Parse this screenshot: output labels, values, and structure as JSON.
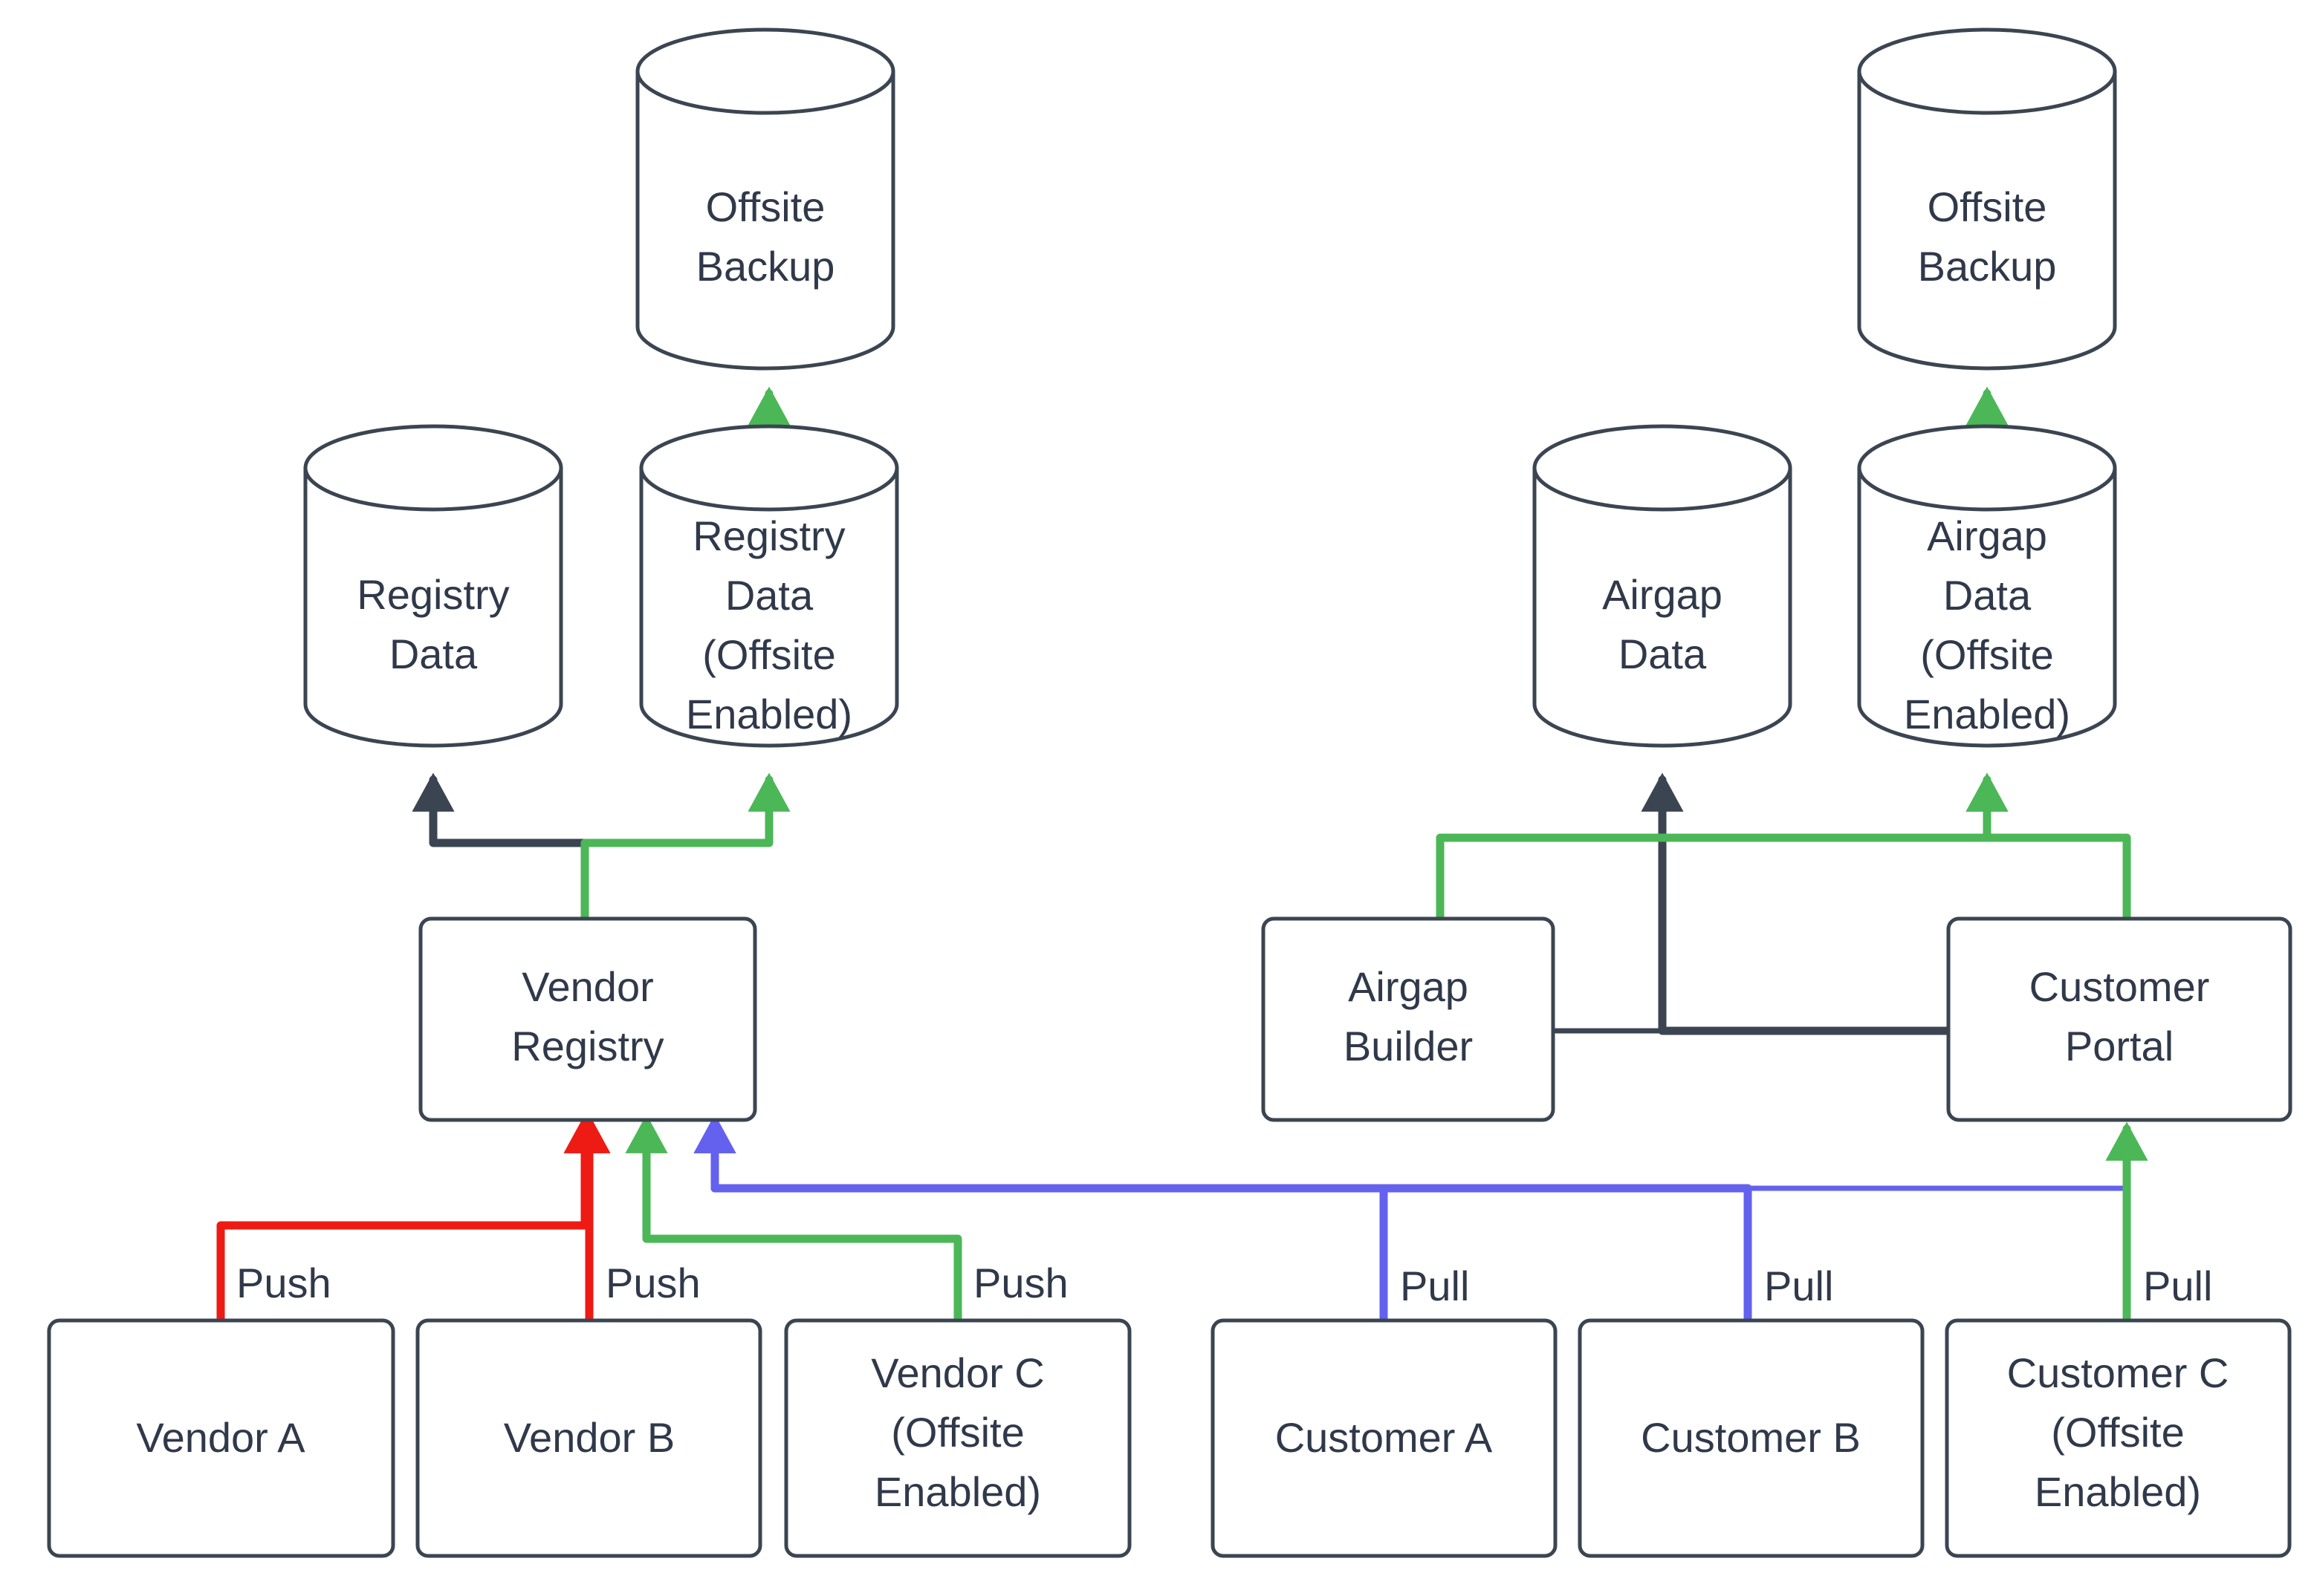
{
  "diagram": {
    "title": "Registry and Airgap Data Flow",
    "background_color": "#ffffff",
    "stroke_color": "#3b4552",
    "text_color": "#30394a",
    "edge_colors": {
      "dark": "#3b4552",
      "green": "#4cb757",
      "red": "#ee1b14",
      "blue": "#6361ee"
    },
    "nodes": {
      "offsite_backup_left": {
        "label_line1": "Offsite",
        "label_line2": "Backup",
        "shape": "cylinder"
      },
      "offsite_backup_right": {
        "label_line1": "Offsite",
        "label_line2": "Backup",
        "shape": "cylinder"
      },
      "registry_data": {
        "label_line1": "Registry",
        "label_line2": "Data",
        "shape": "cylinder"
      },
      "registry_data_offsite": {
        "label_line1": "Registry",
        "label_line2": "Data",
        "label_line3": "(Offsite",
        "label_line4": "Enabled)",
        "shape": "cylinder"
      },
      "airgap_data": {
        "label_line1": "Airgap",
        "label_line2": "Data",
        "shape": "cylinder"
      },
      "airgap_data_offsite": {
        "label_line1": "Airgap",
        "label_line2": "Data",
        "label_line3": "(Offsite",
        "label_line4": "Enabled)",
        "shape": "cylinder"
      },
      "vendor_registry": {
        "label_line1": "Vendor",
        "label_line2": "Registry",
        "shape": "rounded-rect"
      },
      "airgap_builder": {
        "label_line1": "Airgap",
        "label_line2": "Builder",
        "shape": "rounded-rect"
      },
      "customer_portal": {
        "label_line1": "Customer",
        "label_line2": "Portal",
        "shape": "rounded-rect"
      },
      "vendor_a": {
        "label_line1": "Vendor A",
        "shape": "rounded-rect"
      },
      "vendor_b": {
        "label_line1": "Vendor B",
        "shape": "rounded-rect"
      },
      "vendor_c": {
        "label_line1": "Vendor C",
        "label_line2": "(Offsite",
        "label_line3": "Enabled)",
        "shape": "rounded-rect"
      },
      "customer_a": {
        "label_line1": "Customer A",
        "shape": "rounded-rect"
      },
      "customer_b": {
        "label_line1": "Customer B",
        "shape": "rounded-rect"
      },
      "customer_c": {
        "label_line1": "Customer C",
        "label_line2": "(Offsite",
        "label_line3": "Enabled)",
        "shape": "rounded-rect"
      }
    },
    "edge_labels": {
      "vendor_a_push": "Push",
      "vendor_b_push": "Push",
      "vendor_c_push": "Push",
      "customer_a_pull": "Pull",
      "customer_b_pull": "Pull",
      "customer_c_pull": "Pull"
    }
  }
}
